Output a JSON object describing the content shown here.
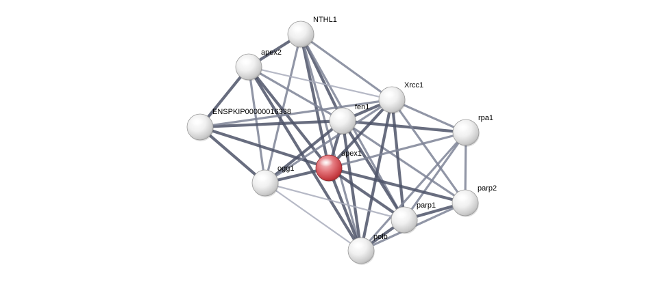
{
  "network": {
    "nodes": [
      {
        "id": "NTHL1",
        "label": "NTHL1",
        "highlight": false
      },
      {
        "id": "apex2",
        "label": "apex2",
        "highlight": false
      },
      {
        "id": "ENSPKIP00000016338",
        "label": "ENSPKIP00000016338",
        "highlight": false
      },
      {
        "id": "fen1",
        "label": "fen1",
        "highlight": false
      },
      {
        "id": "Xrcc1",
        "label": "Xrcc1",
        "highlight": false
      },
      {
        "id": "rpa1",
        "label": "rpa1",
        "highlight": false
      },
      {
        "id": "apex1",
        "label": "apex1",
        "highlight": true
      },
      {
        "id": "ogg1",
        "label": "ogg1",
        "highlight": false
      },
      {
        "id": "parp2",
        "label": "parp2",
        "highlight": false
      },
      {
        "id": "parp1",
        "label": "parp1",
        "highlight": false
      },
      {
        "id": "polb",
        "label": "polb",
        "highlight": false
      }
    ],
    "edges": [
      {
        "source": "NTHL1",
        "target": "apex2",
        "strength": "strong"
      },
      {
        "source": "NTHL1",
        "target": "fen1",
        "strength": "strong"
      },
      {
        "source": "NTHL1",
        "target": "Xrcc1",
        "strength": "medium"
      },
      {
        "source": "NTHL1",
        "target": "apex1",
        "strength": "strong"
      },
      {
        "source": "NTHL1",
        "target": "ogg1",
        "strength": "medium"
      },
      {
        "source": "NTHL1",
        "target": "polb",
        "strength": "medium"
      },
      {
        "source": "NTHL1",
        "target": "parp1",
        "strength": "medium"
      },
      {
        "source": "apex2",
        "target": "ENSPKIP00000016338",
        "strength": "strong"
      },
      {
        "source": "apex2",
        "target": "fen1",
        "strength": "medium"
      },
      {
        "source": "apex2",
        "target": "Xrcc1",
        "strength": "weak"
      },
      {
        "source": "apex2",
        "target": "apex1",
        "strength": "strong"
      },
      {
        "source": "apex2",
        "target": "ogg1",
        "strength": "medium"
      },
      {
        "source": "apex2",
        "target": "polb",
        "strength": "strong"
      },
      {
        "source": "ENSPKIP00000016338",
        "target": "fen1",
        "strength": "strong"
      },
      {
        "source": "ENSPKIP00000016338",
        "target": "apex1",
        "strength": "strong"
      },
      {
        "source": "ENSPKIP00000016338",
        "target": "ogg1",
        "strength": "strong"
      },
      {
        "source": "ENSPKIP00000016338",
        "target": "Xrcc1",
        "strength": "medium"
      },
      {
        "source": "fen1",
        "target": "Xrcc1",
        "strength": "strong"
      },
      {
        "source": "fen1",
        "target": "rpa1",
        "strength": "strong"
      },
      {
        "source": "fen1",
        "target": "apex1",
        "strength": "strong"
      },
      {
        "source": "fen1",
        "target": "ogg1",
        "strength": "strong"
      },
      {
        "source": "fen1",
        "target": "parp1",
        "strength": "strong"
      },
      {
        "source": "fen1",
        "target": "polb",
        "strength": "strong"
      },
      {
        "source": "fen1",
        "target": "parp2",
        "strength": "medium"
      },
      {
        "source": "Xrcc1",
        "target": "rpa1",
        "strength": "medium"
      },
      {
        "source": "Xrcc1",
        "target": "apex1",
        "strength": "strong"
      },
      {
        "source": "Xrcc1",
        "target": "parp1",
        "strength": "strong"
      },
      {
        "source": "Xrcc1",
        "target": "parp2",
        "strength": "medium"
      },
      {
        "source": "Xrcc1",
        "target": "polb",
        "strength": "strong"
      },
      {
        "source": "Xrcc1",
        "target": "ogg1",
        "strength": "medium"
      },
      {
        "source": "rpa1",
        "target": "apex1",
        "strength": "medium"
      },
      {
        "source": "rpa1",
        "target": "parp2",
        "strength": "medium"
      },
      {
        "source": "rpa1",
        "target": "parp1",
        "strength": "medium"
      },
      {
        "source": "rpa1",
        "target": "polb",
        "strength": "medium"
      },
      {
        "source": "apex1",
        "target": "ogg1",
        "strength": "strong"
      },
      {
        "source": "apex1",
        "target": "parp1",
        "strength": "strong"
      },
      {
        "source": "apex1",
        "target": "parp2",
        "strength": "strong"
      },
      {
        "source": "apex1",
        "target": "polb",
        "strength": "strong"
      },
      {
        "source": "ogg1",
        "target": "parp1",
        "strength": "weak"
      },
      {
        "source": "ogg1",
        "target": "polb",
        "strength": "weak"
      },
      {
        "source": "parp2",
        "target": "parp1",
        "strength": "strong"
      },
      {
        "source": "parp2",
        "target": "polb",
        "strength": "medium"
      },
      {
        "source": "parp1",
        "target": "polb",
        "strength": "strong"
      }
    ],
    "colors": {
      "edge_strong": "#4d5469",
      "edge_medium": "#7e8496",
      "edge_weak": "#a9adbc",
      "node_default": "#d9d9d9",
      "node_highlight": "#d04a4f"
    }
  }
}
